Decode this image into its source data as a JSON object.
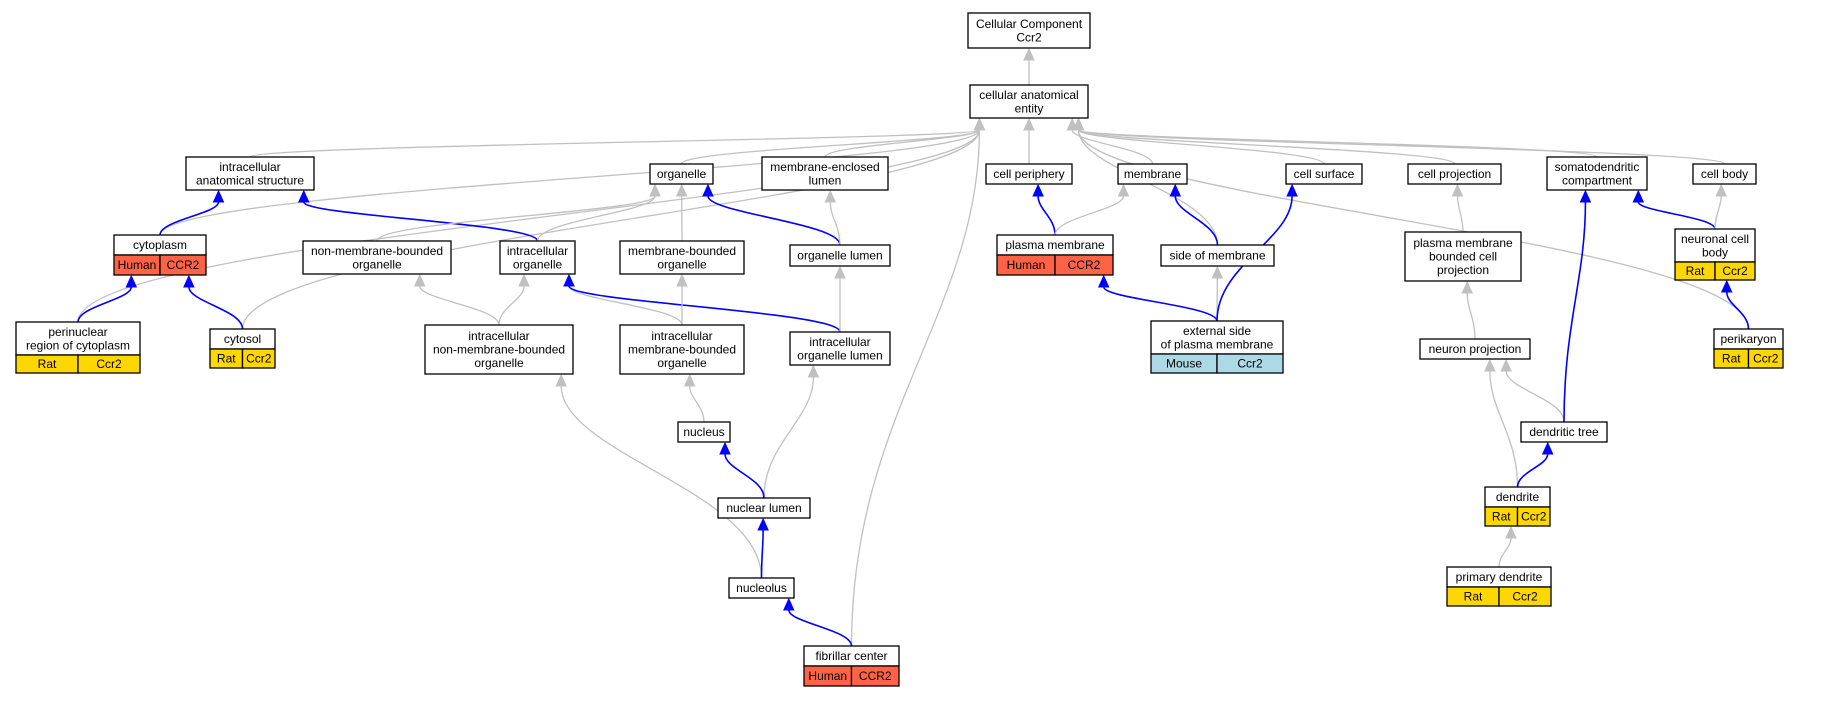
{
  "colors": {
    "human": "#ff6347",
    "rat": "#ffd700",
    "mouse": "#add8e6",
    "is_a_edge": "#c0c0c0",
    "part_of_edge": "#0000ff"
  },
  "nodes": {
    "root": {
      "lines": [
        "Cellular Component",
        "Ccr2"
      ]
    },
    "cae": {
      "lines": [
        "cellular anatomical",
        "entity"
      ]
    },
    "ias": {
      "lines": [
        "intracellular",
        "anatomical structure"
      ]
    },
    "organelle": {
      "lines": [
        "organelle"
      ]
    },
    "mel": {
      "lines": [
        "membrane-enclosed",
        "lumen"
      ]
    },
    "cperiph": {
      "lines": [
        "cell periphery"
      ]
    },
    "membrane": {
      "lines": [
        "membrane"
      ]
    },
    "csurf": {
      "lines": [
        "cell surface"
      ]
    },
    "cproj": {
      "lines": [
        "cell projection"
      ]
    },
    "somato": {
      "lines": [
        "somatodendritic",
        "compartment"
      ]
    },
    "cbody": {
      "lines": [
        "cell body"
      ]
    },
    "cytoplasm": {
      "lines": [
        "cytoplasm"
      ],
      "cells": [
        {
          "text": "Human",
          "species": "human"
        },
        {
          "text": "CCR2",
          "species": "human"
        }
      ]
    },
    "nmbo": {
      "lines": [
        "non-membrane-bounded",
        "organelle"
      ]
    },
    "io": {
      "lines": [
        "intracellular",
        "organelle"
      ]
    },
    "mbo": {
      "lines": [
        "membrane-bounded",
        "organelle"
      ]
    },
    "olumen": {
      "lines": [
        "organelle lumen"
      ]
    },
    "pm": {
      "lines": [
        "plasma membrane"
      ],
      "cells": [
        {
          "text": "Human",
          "species": "human"
        },
        {
          "text": "CCR2",
          "species": "human"
        }
      ]
    },
    "som": {
      "lines": [
        "side of membrane"
      ]
    },
    "pmbcp": {
      "lines": [
        "plasma membrane",
        "bounded cell",
        "projection"
      ]
    },
    "ncb": {
      "lines": [
        "neuronal cell",
        "body"
      ],
      "cells": [
        {
          "text": "Rat",
          "species": "rat"
        },
        {
          "text": "Ccr2",
          "species": "rat"
        }
      ]
    },
    "prc": {
      "lines": [
        "perinuclear",
        "region of cytoplasm"
      ],
      "cells": [
        {
          "text": "Rat",
          "species": "rat"
        },
        {
          "text": "Ccr2",
          "species": "rat"
        }
      ]
    },
    "cytosol": {
      "lines": [
        "cytosol"
      ],
      "cells": [
        {
          "text": "Rat",
          "species": "rat"
        },
        {
          "text": "Ccr2",
          "species": "rat"
        }
      ]
    },
    "inmbo": {
      "lines": [
        "intracellular",
        "non-membrane-bounded",
        "organelle"
      ]
    },
    "imbo": {
      "lines": [
        "intracellular",
        "membrane-bounded",
        "organelle"
      ]
    },
    "iol": {
      "lines": [
        "intracellular",
        "organelle lumen"
      ]
    },
    "espm": {
      "lines": [
        "external side",
        "of plasma membrane"
      ],
      "cells": [
        {
          "text": "Mouse",
          "species": "mouse"
        },
        {
          "text": "Ccr2",
          "species": "mouse"
        }
      ]
    },
    "nproj": {
      "lines": [
        "neuron projection"
      ]
    },
    "perikaryon": {
      "lines": [
        "perikaryon"
      ],
      "cells": [
        {
          "text": "Rat",
          "species": "rat"
        },
        {
          "text": "Ccr2",
          "species": "rat"
        }
      ]
    },
    "nucleus": {
      "lines": [
        "nucleus"
      ]
    },
    "dtree": {
      "lines": [
        "dendritic tree"
      ]
    },
    "nlumen": {
      "lines": [
        "nuclear lumen"
      ]
    },
    "dendrite": {
      "lines": [
        "dendrite"
      ],
      "cells": [
        {
          "text": "Rat",
          "species": "rat"
        },
        {
          "text": "Ccr2",
          "species": "rat"
        }
      ]
    },
    "nucleolus": {
      "lines": [
        "nucleolus"
      ]
    },
    "pdend": {
      "lines": [
        "primary dendrite"
      ],
      "cells": [
        {
          "text": "Rat",
          "species": "rat"
        },
        {
          "text": "Ccr2",
          "species": "rat"
        }
      ]
    },
    "fcenter": {
      "lines": [
        "fibrillar center"
      ],
      "cells": [
        {
          "text": "Human",
          "species": "human"
        },
        {
          "text": "CCR2",
          "species": "human"
        }
      ]
    }
  },
  "edges": [
    {
      "from": "cae",
      "to": "root",
      "type": "is_a"
    },
    {
      "from": "ias",
      "to": "cae",
      "type": "is_a"
    },
    {
      "from": "organelle",
      "to": "cae",
      "type": "is_a"
    },
    {
      "from": "mel",
      "to": "cae",
      "type": "is_a"
    },
    {
      "from": "cperiph",
      "to": "cae",
      "type": "is_a"
    },
    {
      "from": "membrane",
      "to": "cae",
      "type": "is_a"
    },
    {
      "from": "csurf",
      "to": "cae",
      "type": "is_a"
    },
    {
      "from": "cproj",
      "to": "cae",
      "type": "is_a"
    },
    {
      "from": "somato",
      "to": "cae",
      "type": "is_a"
    },
    {
      "from": "cbody",
      "to": "cae",
      "type": "is_a"
    },
    {
      "from": "cytoplasm",
      "to": "cae",
      "type": "is_a"
    },
    {
      "from": "prc",
      "to": "cae",
      "type": "is_a"
    },
    {
      "from": "cytosol",
      "to": "cae",
      "type": "is_a"
    },
    {
      "from": "fcenter",
      "to": "cae",
      "type": "is_a"
    },
    {
      "from": "som",
      "to": "cae",
      "type": "is_a"
    },
    {
      "from": "perikaryon",
      "to": "cae",
      "type": "is_a"
    },
    {
      "from": "cytoplasm",
      "to": "ias",
      "type": "part_of"
    },
    {
      "from": "io",
      "to": "ias",
      "type": "part_of"
    },
    {
      "from": "nmbo",
      "to": "organelle",
      "type": "is_a"
    },
    {
      "from": "io",
      "to": "organelle",
      "type": "is_a"
    },
    {
      "from": "mbo",
      "to": "organelle",
      "type": "is_a"
    },
    {
      "from": "olumen",
      "to": "organelle",
      "type": "part_of"
    },
    {
      "from": "olumen",
      "to": "mel",
      "type": "is_a"
    },
    {
      "from": "pm",
      "to": "cperiph",
      "type": "part_of"
    },
    {
      "from": "pm",
      "to": "membrane",
      "type": "is_a"
    },
    {
      "from": "som",
      "to": "membrane",
      "type": "part_of"
    },
    {
      "from": "pmbcp",
      "to": "cproj",
      "type": "is_a"
    },
    {
      "from": "ncb",
      "to": "somato",
      "type": "part_of"
    },
    {
      "from": "ncb",
      "to": "cbody",
      "type": "is_a"
    },
    {
      "from": "prc",
      "to": "cytoplasm",
      "type": "part_of"
    },
    {
      "from": "cytosol",
      "to": "cytoplasm",
      "type": "part_of"
    },
    {
      "from": "inmbo",
      "to": "nmbo",
      "type": "is_a"
    },
    {
      "from": "inmbo",
      "to": "io",
      "type": "is_a"
    },
    {
      "from": "imbo",
      "to": "io",
      "type": "is_a"
    },
    {
      "from": "iol",
      "to": "io",
      "type": "part_of"
    },
    {
      "from": "imbo",
      "to": "mbo",
      "type": "is_a"
    },
    {
      "from": "iol",
      "to": "olumen",
      "type": "is_a"
    },
    {
      "from": "espm",
      "to": "pm",
      "type": "part_of"
    },
    {
      "from": "espm",
      "to": "som",
      "type": "is_a"
    },
    {
      "from": "espm",
      "to": "csurf",
      "type": "part_of"
    },
    {
      "from": "nproj",
      "to": "pmbcp",
      "type": "is_a"
    },
    {
      "from": "perikaryon",
      "to": "ncb",
      "type": "part_of"
    },
    {
      "from": "nucleus",
      "to": "imbo",
      "type": "is_a"
    },
    {
      "from": "nlumen",
      "to": "iol",
      "type": "is_a"
    },
    {
      "from": "nlumen",
      "to": "nucleus",
      "type": "part_of"
    },
    {
      "from": "nucleolus",
      "to": "inmbo",
      "type": "is_a"
    },
    {
      "from": "nucleolus",
      "to": "nlumen",
      "type": "part_of"
    },
    {
      "from": "fcenter",
      "to": "nucleolus",
      "type": "part_of"
    },
    {
      "from": "dtree",
      "to": "nproj",
      "type": "is_a"
    },
    {
      "from": "dtree",
      "to": "somato",
      "type": "part_of"
    },
    {
      "from": "dendrite",
      "to": "nproj",
      "type": "is_a"
    },
    {
      "from": "dendrite",
      "to": "dtree",
      "type": "part_of"
    },
    {
      "from": "pdend",
      "to": "dendrite",
      "type": "is_a"
    }
  ]
}
